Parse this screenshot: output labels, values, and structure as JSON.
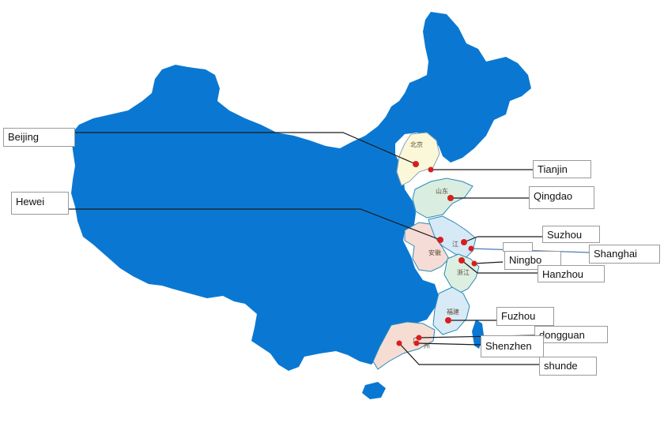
{
  "map": {
    "colors": {
      "land": "#0a78d2",
      "beijing_region": "#fbf7d9",
      "shandong": "#d9ede0",
      "jiangsu": "#d6e9f7",
      "anhui": "#f6dcd6",
      "zhejiang": "#dcefe1",
      "fujian": "#d8eaf6",
      "guangdong": "#f6ddd4",
      "city_marker": "#d81e1e",
      "leader_line": "#1a1a1a"
    },
    "province_labels": {
      "beijing": "北京",
      "shandong": "山东",
      "anhui": "安徽",
      "jiangsu": "江",
      "zhejiang": "浙江",
      "fujian": "福建",
      "guangdong": "广",
      "guangdong2": "州"
    },
    "cities": {
      "beijing": "Beijing",
      "hewei": "Hewei",
      "tianjin": "Tianjin",
      "qingdao": "Qingdao",
      "suzhou": "Suzhou",
      "shanghai": "Shanghai",
      "ningbo": "Ningbo",
      "hanzhou": "Hanzhou",
      "fuzhou": "Fuzhou",
      "dongguan": "dongguan",
      "shenzhen": "Shenzhen",
      "shunde": "shunde"
    }
  }
}
